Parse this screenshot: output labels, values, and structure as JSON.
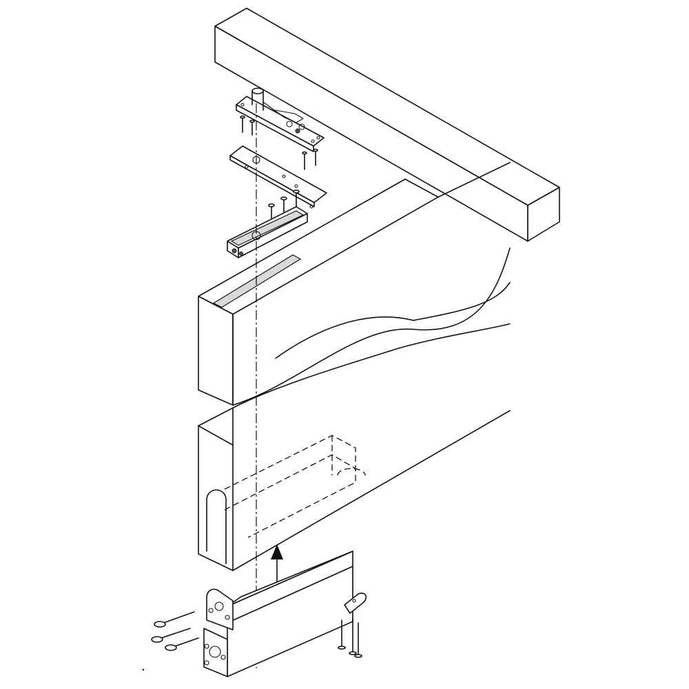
{
  "diagram": {
    "type": "exploded-isometric-assembly",
    "colors": {
      "line": "#111111",
      "shade": "#d9d9d9",
      "background": "#ffffff"
    },
    "parts": [
      "overhead-header-beam",
      "top-pivot-plate",
      "top-pivot-shim-plate",
      "top-pivot-door-arm",
      "top-mounting-screws",
      "door-panel-top",
      "door-panel-bottom",
      "floor-closer-box",
      "floor-closer-bracket",
      "floor-closer-screws",
      "pivot-axis-centerline",
      "insertion-arrow"
    ]
  }
}
